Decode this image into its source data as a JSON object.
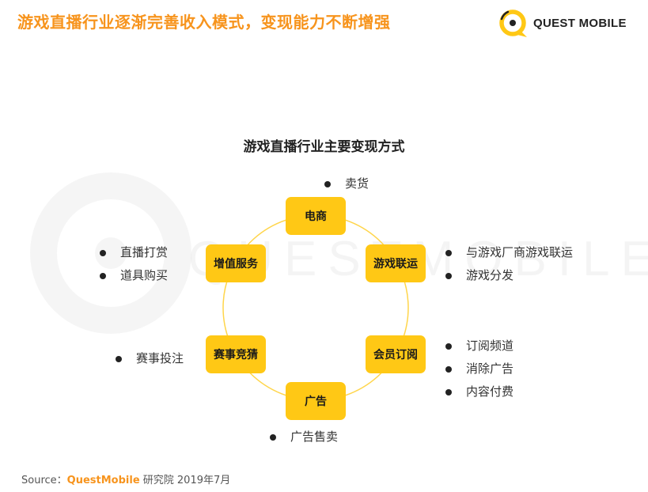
{
  "header": {
    "title": "游戏直播行业逐渐完善收入模式，变现能力不断增强",
    "logo_text": "QUEST MOBILE",
    "watermark_text": "QUESTMOBILE"
  },
  "diagram": {
    "title": "游戏直播行业主要变现方式",
    "nodes": {
      "ecommerce": "电商",
      "game_ops": "游戏联运",
      "membership": "会员订阅",
      "ads": "广告",
      "betting": "赛事竞猜",
      "value_added": "增值服务"
    },
    "details": {
      "ecommerce": [
        "卖货"
      ],
      "game_ops": [
        "与游戏厂商游戏联运",
        "游戏分发"
      ],
      "membership": [
        "订阅频道",
        "消除广告",
        "内容付费"
      ],
      "ads": [
        "广告售卖"
      ],
      "betting": [
        "赛事投注"
      ],
      "value_added": [
        "直播打赏",
        "道具购买"
      ]
    }
  },
  "footer": {
    "source_label": "Source：",
    "source_brand": "QuestMobile",
    "source_rest": "研究院 2019年7月"
  },
  "colors": {
    "accent": "#f7941d",
    "node_fill": "#ffc815",
    "ring": "#ffd54a"
  }
}
